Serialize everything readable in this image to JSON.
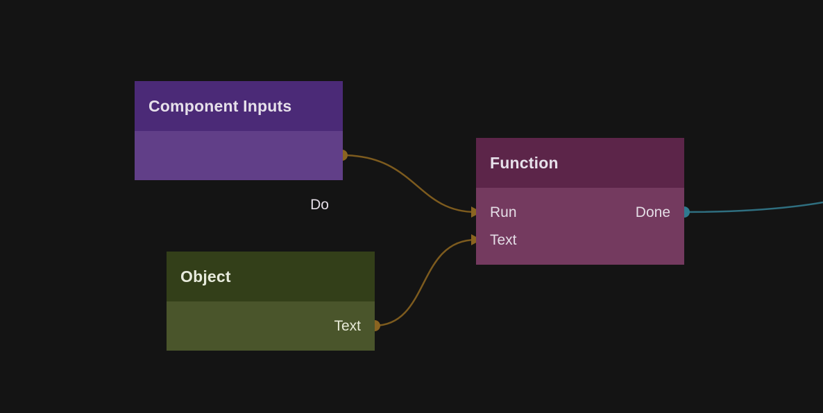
{
  "nodes": {
    "component_inputs": {
      "title": "Component Inputs",
      "outputs": [
        "Do"
      ],
      "header_color": "#4b2a77",
      "body_color": "#613f88"
    },
    "object": {
      "title": "Object",
      "outputs": [
        "Text"
      ],
      "header_color": "#333f19",
      "body_color": "#4a552b"
    },
    "function": {
      "title": "Function",
      "inputs": [
        "Run",
        "Text"
      ],
      "outputs": [
        "Done"
      ],
      "header_color": "#5c2549",
      "body_color": "#743a5f"
    }
  },
  "connections": [
    {
      "from": "Component Inputs.Do",
      "to": "Function.Run",
      "color": "#7d5b1e"
    },
    {
      "from": "Object.Text",
      "to": "Function.Text",
      "color": "#7d5b1e"
    },
    {
      "from": "Function.Done",
      "to": "offscreen",
      "color": "#2f6f80"
    }
  ],
  "colors": {
    "background": "#141414",
    "signal_wire": "#7d5b1e",
    "signal_port": "#8a6421",
    "done_wire": "#2f6f80",
    "done_port": "#2f7a90"
  }
}
